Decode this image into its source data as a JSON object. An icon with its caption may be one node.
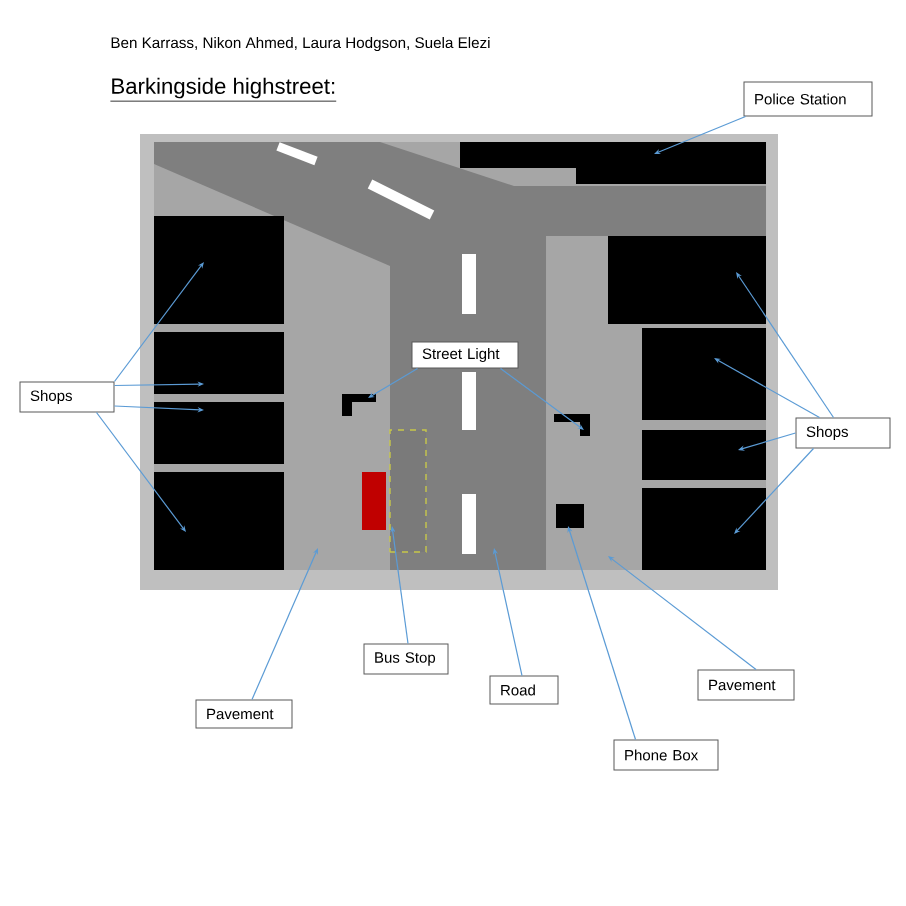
{
  "diagram": {
    "title": "Barkingside highstreet:",
    "nodes": [
      {
        "text": [
          "Police Station"
        ]
      },
      {
        "text": [],
        "shape": "box"
      },
      {
        "text": [],
        "shape": "polygon"
      },
      {
        "text": [],
        "shape": "box"
      },
      {
        "text": [],
        "shape": "box"
      },
      {
        "text": [],
        "shape": "box"
      },
      {
        "text": [],
        "shape": "box"
      },
      {
        "text": [
          "Shops"
        ]
      },
      {
        "text": [
          "Street Light"
        ],
        "in": 2
      },
      {
        "text": [],
        "shape": "picture"
      },
      {
        "text": [],
        "shape": "picture"
      },
      {
        "text": [],
        "shape": "box"
      },
      {
        "text": [],
        "shape": "box"
      },
      {
        "text": [],
        "shape": "box"
      },
      {
        "text": [],
        "shape": "box"
      },
      {
        "text": [
          "Shops"
        ]
      },
      {
        "text": [],
        "shape": "box"
      },
      {
        "text": [],
        "shape": "box",
        "in": 2
      },
      {
        "text": [
          "Bus Stop"
        ]
      },
      {
        "text": [
          "Pavement"
        ]
      },
      {
        "text": [
          "Road"
        ]
      },
      {
        "text": [
          "Pavement"
        ]
      },
      {
        "text": [
          "Phone Box"
        ]
      }
    ],
    "edges": [
      {
        "from": 0,
        "to": 1,
        "arrow": "to"
      },
      {
        "from": 7,
        "to": 3,
        "arrow": "to"
      },
      {
        "from": 7,
        "to": 4,
        "arrow": "to"
      },
      {
        "from": 7,
        "to": 5,
        "arrow": "to"
      },
      {
        "from": 7,
        "to": 6,
        "arrow": "to"
      },
      {
        "from": 8,
        "to": 9,
        "arrow": "to"
      },
      {
        "from": 8,
        "to": 10,
        "arrow": "to"
      },
      {
        "from": 15,
        "to": 11,
        "arrow": "to"
      },
      {
        "from": 15,
        "to": 12,
        "arrow": "to"
      },
      {
        "from": 15,
        "to": 13,
        "arrow": "to"
      },
      {
        "from": 15,
        "to": 14,
        "arrow": "to"
      },
      {
        "from": 18,
        "to": 17,
        "arrow": "to"
      },
      {
        "from": 19,
        "to": null,
        "arrow": "to"
      },
      {
        "from": 20,
        "to": 2,
        "arrow": "to"
      },
      {
        "from": 21,
        "to": null,
        "arrow": "to"
      },
      {
        "from": 22,
        "to": 16,
        "arrow": "to"
      }
    ],
    "labels": [
      "Ben Karrass, Nikon Ahmed, Laura Hodgson, Suela Elezi"
    ]
  }
}
